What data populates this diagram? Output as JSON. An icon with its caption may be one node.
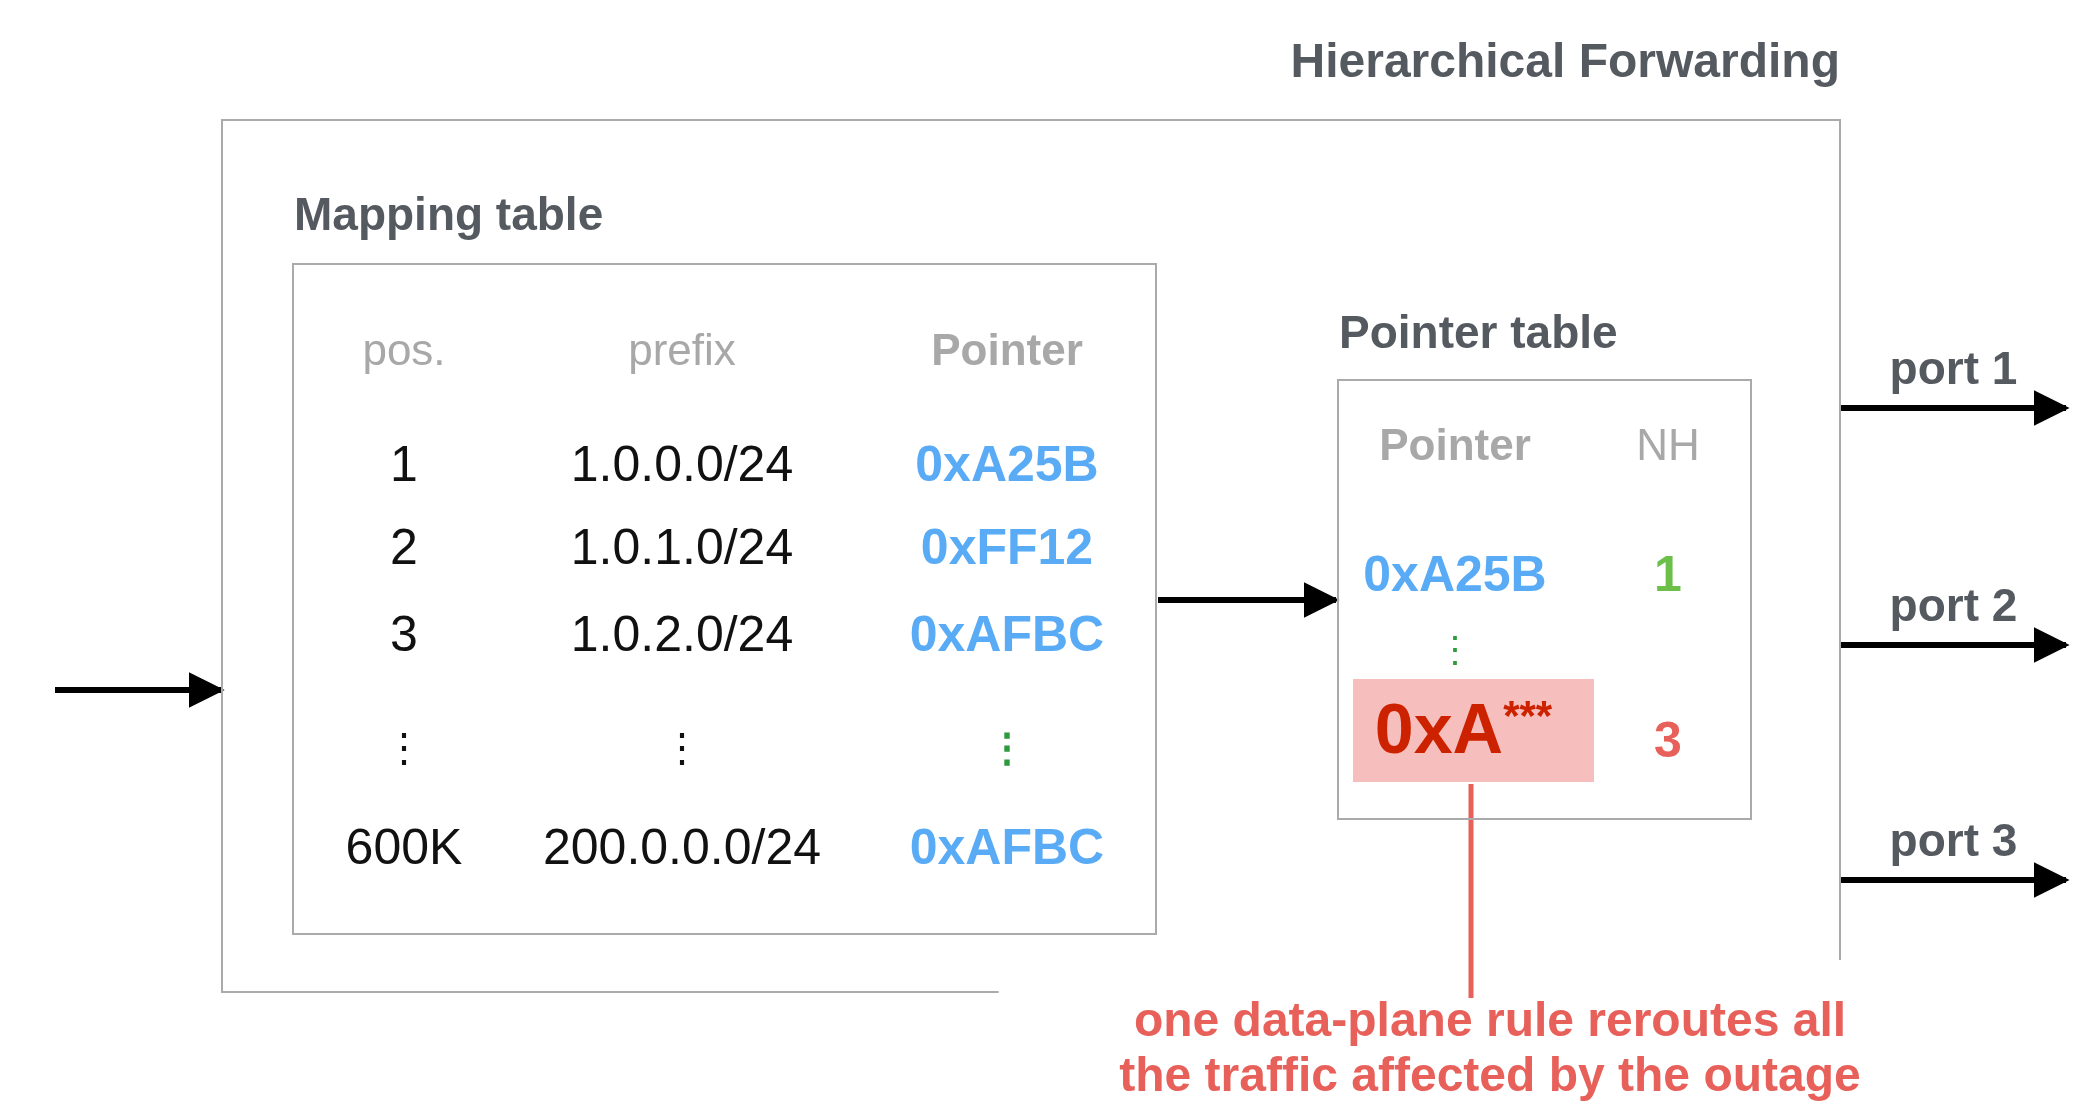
{
  "diagram": {
    "nodes": [
      {
        "text": [
          "Hierarchical Forwarding"
        ]
      },
      {
        "text": [
          "Mapping table",
          "pos.",
          "prefix",
          "Pointer",
          "1",
          "1.0.0.0/24",
          "0xA25B",
          "2",
          "1.0.1.0/24",
          "0xFF12",
          "3",
          "1.0.2.0/24",
          "0xAFBC",
          "⋮",
          "⋮",
          "⋮",
          "600K",
          "200.0.0.0/24",
          "0xAFBC"
        ],
        "in": 0
      },
      {
        "text": [
          "Pointer table",
          "Pointer",
          "NH",
          "0xA25B",
          "1",
          "⋮",
          "3"
        ],
        "in": 0
      },
      {
        "text": [
          "0xA$^{***}$"
        ],
        "in": 2
      },
      {
        "text": [
          "one data-plane rule reroutes all the traffic affected by the outage"
        ]
      }
    ],
    "edges": [
      {
        "from": null,
        "to": 0,
        "arrow": "to"
      },
      {
        "from": 1,
        "to": 2,
        "arrow": "to"
      },
      {
        "from": 0,
        "to": null,
        "arrow": "to",
        "label": "port 1"
      },
      {
        "from": 0,
        "to": null,
        "arrow": "to",
        "label": "port 2"
      },
      {
        "from": 0,
        "to": null,
        "arrow": "to",
        "label": "port 3"
      },
      {
        "from": 4,
        "to": 3,
        "arrow": "none",
        "color": "#e8605a"
      }
    ]
  }
}
